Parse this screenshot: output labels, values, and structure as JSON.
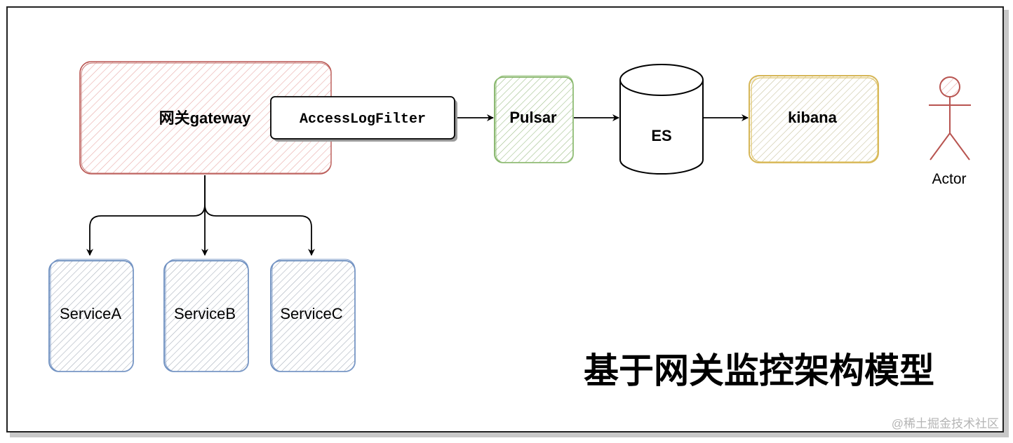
{
  "diagram": {
    "title": "基于网关监控架构模型",
    "watermark": "@稀土掘金技术社区",
    "nodes": {
      "gateway": {
        "label": "网关gateway",
        "color": "#b85450",
        "fill": "#f8cecc"
      },
      "filter": {
        "label": "AccessLogFilter"
      },
      "pulsar": {
        "label": "Pulsar",
        "color": "#82b366",
        "fill": "#d5e8d4"
      },
      "es": {
        "label": "ES"
      },
      "kibana": {
        "label": "kibana",
        "color": "#d6b656",
        "fill": "#fff2cc"
      },
      "actor": {
        "label": "Actor",
        "color": "#b85450"
      },
      "service_a": {
        "label": "ServiceA",
        "color": "#6c8ebf",
        "fill": "#dae8fc"
      },
      "service_b": {
        "label": "ServiceB",
        "color": "#6c8ebf",
        "fill": "#dae8fc"
      },
      "service_c": {
        "label": "ServiceC",
        "color": "#6c8ebf",
        "fill": "#dae8fc"
      }
    }
  }
}
